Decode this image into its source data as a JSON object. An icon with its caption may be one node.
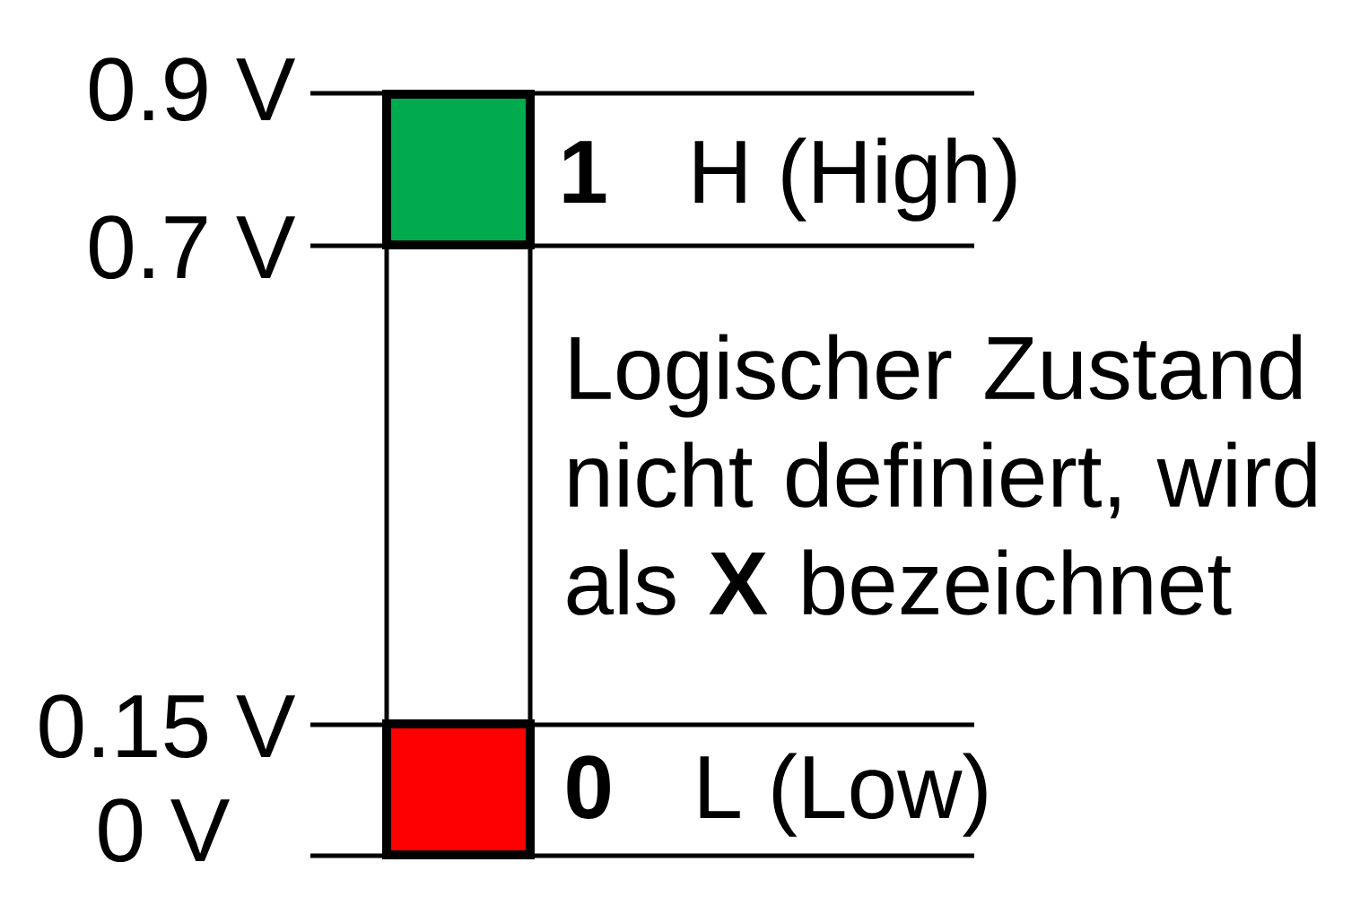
{
  "diagram": {
    "nodes": [
      {
        "text": [],
        "shape": "box",
        "beside": [
          "1",
          "H (High)"
        ]
      },
      {
        "text": [],
        "shape": "box",
        "beside": [
          "Logischer Zustand nicht definiert, wird als **X** bezeichnet"
        ]
      },
      {
        "text": [],
        "shape": "box",
        "beside": [
          "0",
          "L (Low)"
        ]
      }
    ],
    "labels": [
      "0.9 V",
      "0.7 V",
      "0.15 V",
      "0 V"
    ]
  }
}
